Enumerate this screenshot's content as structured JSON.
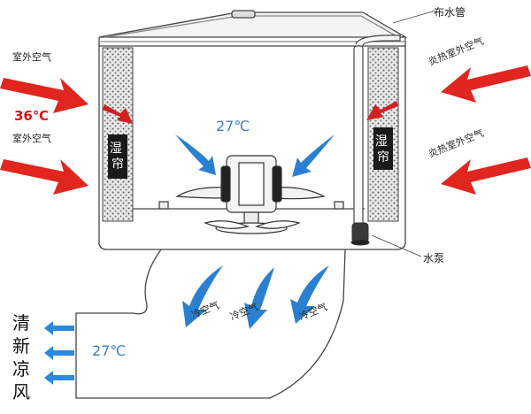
{
  "labels": {
    "distribution_pipe": "布水管",
    "pump": "水泵",
    "outdoor_air_1": "室外空气",
    "outdoor_air_2": "室外空气",
    "hot_air_1": "炎热室外空气",
    "hot_air_2": "炎热室外空气",
    "outdoor_temp": "36℃",
    "inside_temp": "27℃",
    "outlet_temp": "27℃",
    "cool_air_1": "冷空气",
    "cool_air_2": "冷空气",
    "cool_air_3": "冷空气",
    "pad_left": "湿帘",
    "pad_right": "湿帘",
    "fresh_air": [
      "清",
      "新",
      "凉",
      "风"
    ]
  },
  "colors": {
    "hot_arrow": "#e0261f",
    "hot_arrow_dark": "#b01010",
    "cool_arrow": "#2a7fd0",
    "outlet_arrow": "#2a8ae0",
    "temp_text": "#3f7fcf",
    "temp_hot_text": "#e01010",
    "outline": "#444444"
  }
}
